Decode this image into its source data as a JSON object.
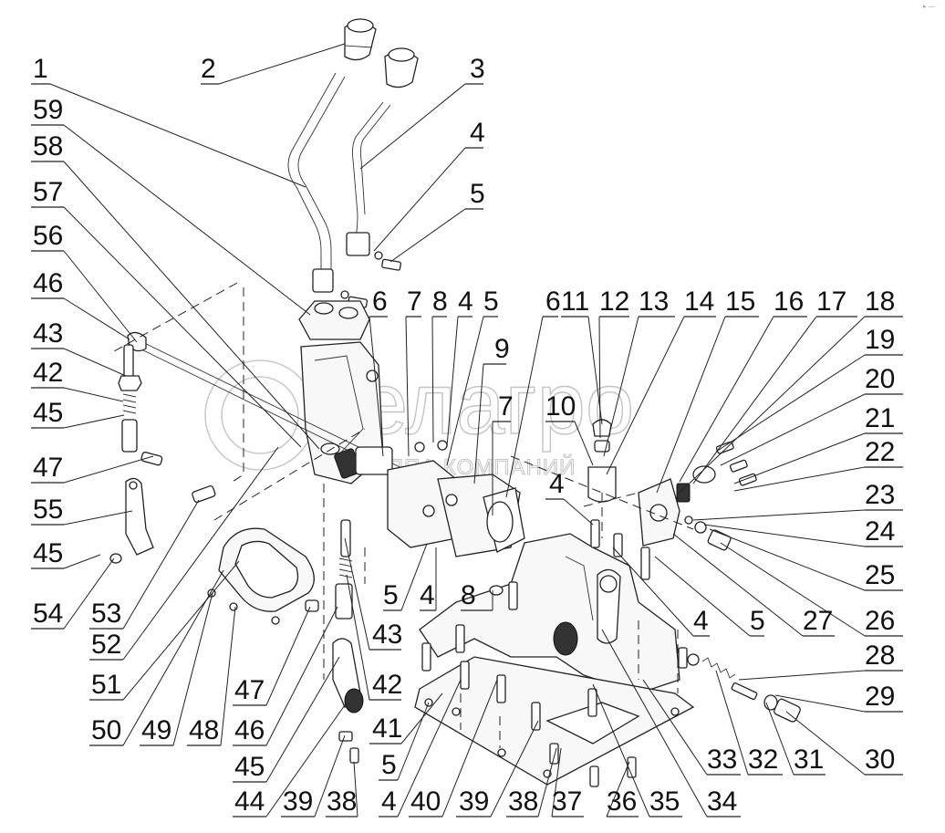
{
  "diagram": {
    "title": "Gear shift mechanism exploded view",
    "watermark": {
      "logo_text": "белагро",
      "subtitle": "ГРУППА КОМПАНИЙ"
    },
    "corner_mark": "▸ ––",
    "callouts": [
      {
        "id": "c1",
        "label": "1"
      },
      {
        "id": "c2",
        "label": "2"
      },
      {
        "id": "c3",
        "label": "3"
      },
      {
        "id": "c4a",
        "label": "4"
      },
      {
        "id": "c5a",
        "label": "5"
      },
      {
        "id": "c59",
        "label": "59"
      },
      {
        "id": "c58",
        "label": "58"
      },
      {
        "id": "c57",
        "label": "57"
      },
      {
        "id": "c56",
        "label": "56"
      },
      {
        "id": "c46a",
        "label": "46"
      },
      {
        "id": "c43a",
        "label": "43"
      },
      {
        "id": "c42a",
        "label": "42"
      },
      {
        "id": "c45a",
        "label": "45"
      },
      {
        "id": "c47a",
        "label": "47"
      },
      {
        "id": "c55",
        "label": "55"
      },
      {
        "id": "c45b",
        "label": "45"
      },
      {
        "id": "c54",
        "label": "54"
      },
      {
        "id": "c53",
        "label": "53"
      },
      {
        "id": "c52",
        "label": "52"
      },
      {
        "id": "c51",
        "label": "51"
      },
      {
        "id": "c50",
        "label": "50"
      },
      {
        "id": "c49",
        "label": "49"
      },
      {
        "id": "c48",
        "label": "48"
      },
      {
        "id": "c47b",
        "label": "47"
      },
      {
        "id": "c46b",
        "label": "46"
      },
      {
        "id": "c45c",
        "label": "45"
      },
      {
        "id": "c44",
        "label": "44"
      },
      {
        "id": "c39a",
        "label": "39"
      },
      {
        "id": "c38a",
        "label": "38"
      },
      {
        "id": "c43b",
        "label": "43"
      },
      {
        "id": "c42b",
        "label": "42"
      },
      {
        "id": "c41",
        "label": "41"
      },
      {
        "id": "c5b",
        "label": "5"
      },
      {
        "id": "c4b",
        "label": "4"
      },
      {
        "id": "c40",
        "label": "40"
      },
      {
        "id": "c39b",
        "label": "39"
      },
      {
        "id": "c38b",
        "label": "38"
      },
      {
        "id": "c37",
        "label": "37"
      },
      {
        "id": "c36",
        "label": "36"
      },
      {
        "id": "c35",
        "label": "35"
      },
      {
        "id": "c34",
        "label": "34"
      },
      {
        "id": "c33",
        "label": "33"
      },
      {
        "id": "c32",
        "label": "32"
      },
      {
        "id": "c31",
        "label": "31"
      },
      {
        "id": "c30",
        "label": "30"
      },
      {
        "id": "c29",
        "label": "29"
      },
      {
        "id": "c28",
        "label": "28"
      },
      {
        "id": "c26",
        "label": "26"
      },
      {
        "id": "c27",
        "label": "27"
      },
      {
        "id": "c5c",
        "label": "5"
      },
      {
        "id": "c4c",
        "label": "4"
      },
      {
        "id": "c25",
        "label": "25"
      },
      {
        "id": "c24",
        "label": "24"
      },
      {
        "id": "c23",
        "label": "23"
      },
      {
        "id": "c22",
        "label": "22"
      },
      {
        "id": "c21",
        "label": "21"
      },
      {
        "id": "c20",
        "label": "20"
      },
      {
        "id": "c19",
        "label": "19"
      },
      {
        "id": "c18",
        "label": "18"
      },
      {
        "id": "c17",
        "label": "17"
      },
      {
        "id": "c16",
        "label": "16"
      },
      {
        "id": "c15",
        "label": "15"
      },
      {
        "id": "c14",
        "label": "14"
      },
      {
        "id": "c13",
        "label": "13"
      },
      {
        "id": "c12",
        "label": "12"
      },
      {
        "id": "c11",
        "label": "11"
      },
      {
        "id": "c6b",
        "label": "6"
      },
      {
        "id": "c9",
        "label": "9"
      },
      {
        "id": "c7b",
        "label": "7"
      },
      {
        "id": "c10",
        "label": "10"
      },
      {
        "id": "c4d",
        "label": "4"
      },
      {
        "id": "c6a",
        "label": "6"
      },
      {
        "id": "c7a",
        "label": "7"
      },
      {
        "id": "c8a",
        "label": "8"
      },
      {
        "id": "c4e",
        "label": "4"
      },
      {
        "id": "c5d",
        "label": "5"
      },
      {
        "id": "c5e",
        "label": "5"
      },
      {
        "id": "c4f",
        "label": "4"
      },
      {
        "id": "c8b",
        "label": "8"
      }
    ]
  }
}
